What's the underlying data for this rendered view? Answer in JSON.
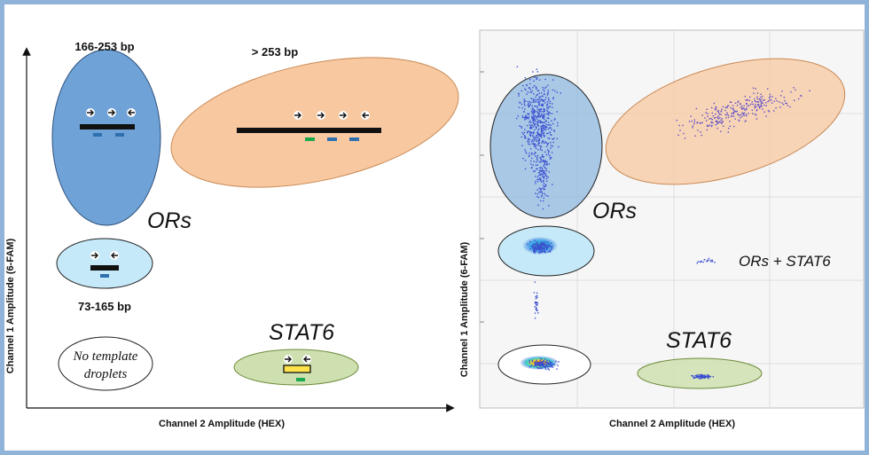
{
  "left_panel": {
    "y_axis_label": "Channel 1  Amplitude (6-FAM)",
    "x_axis_label": "Channel 2 Amplitude (HEX)",
    "clusters": {
      "ors_long_label": "166-253 bp",
      "gt_label": "> 253 bp",
      "ors_short_label": "73-165 bp",
      "ors_big_label": "ORs",
      "no_template_line1": "No template",
      "no_template_line2": "droplets",
      "stat6_label": "STAT6"
    }
  },
  "right_panel": {
    "y_axis_label": "Channel 1  Amplitude (6-FAM)",
    "x_axis_label": "Channel 2 Amplitude (HEX)",
    "ors_label": "ORs",
    "ors_stat6_label": "ORs + STAT6",
    "stat6_label": "STAT6"
  },
  "colors": {
    "ors_blue": "#6fa3d8",
    "orange": "#f8c8a0",
    "light_blue": "#c5e9f8",
    "stat6_green": "#cfe0b0",
    "probe_blue": "#2e6fb0",
    "probe_green": "#1aa84c",
    "frame": "#8fb3d9"
  }
}
